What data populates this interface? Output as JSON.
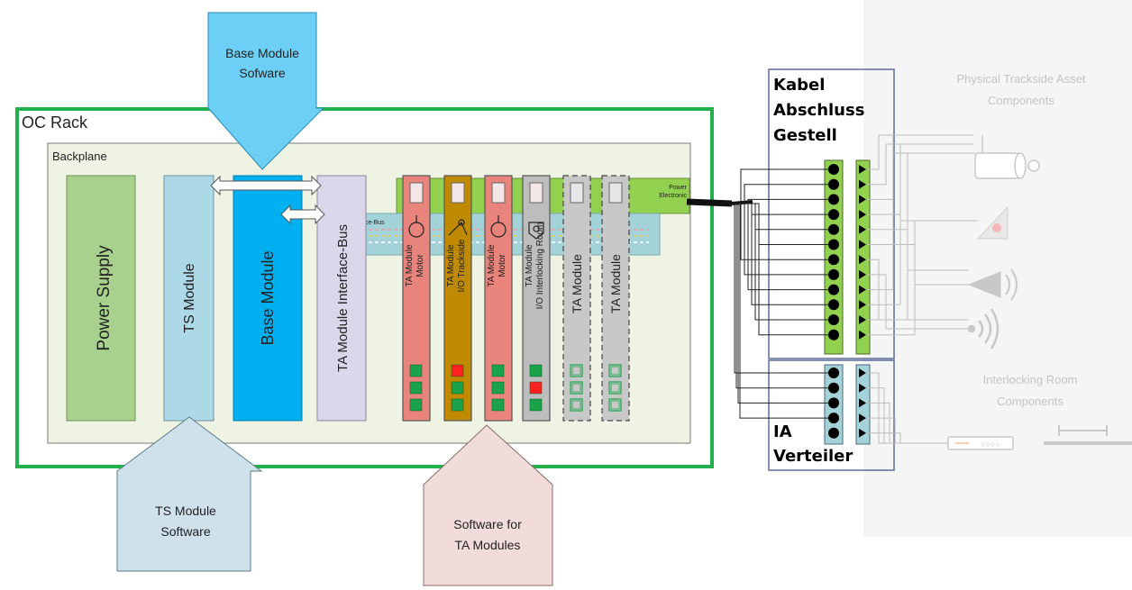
{
  "rack": {
    "title": "OC Rack",
    "backplane": "Backplane"
  },
  "modules": {
    "power_supply": "Power Supply",
    "ts_module": "TS Module",
    "base_module": "Base Module",
    "ta_interface_bus": "TA Module Interface-Bus",
    "interface_bus_label": "Interface-Bus",
    "power_electronic": "Power Electronic"
  },
  "ta_cards": [
    {
      "line1": "TA Module",
      "line2": "Motor",
      "color": "#e8847c",
      "leds": [
        "#1aa34a",
        "#1aa34a",
        "#1aa34a"
      ],
      "icon": "motor-icon"
    },
    {
      "line1": "TA Module",
      "line2": "I/O Trackside",
      "color": "#c08a00",
      "leds": [
        "#ff2020",
        "#1aa34a",
        "#1aa34a"
      ],
      "icon": "switch-icon"
    },
    {
      "line1": "TA Module",
      "line2": "Motor",
      "color": "#e8847c",
      "leds": [
        "#1aa34a",
        "#1aa34a",
        "#1aa34a"
      ],
      "icon": "motor-icon"
    },
    {
      "line1": "TA Module",
      "line2": "I/O Interlocking Room",
      "color": "#bdbdbd",
      "leds": [
        "#1aa34a",
        "#ff2020",
        "#1aa34a"
      ],
      "icon": "relay-icon"
    },
    {
      "line1": "TA Module",
      "line2": "",
      "color": "#c8c8c8",
      "leds": [
        "outline",
        "outline",
        "outline"
      ],
      "icon": ""
    },
    {
      "line1": "TA Module",
      "line2": "",
      "color": "#c8c8c8",
      "leds": [
        "outline",
        "outline",
        "outline"
      ],
      "icon": ""
    }
  ],
  "callouts": {
    "base_sw_line1": "Base Module",
    "base_sw_line2": "Sofware",
    "ts_sw_line1": "TS Module",
    "ts_sw_line2": "Software",
    "ta_sw_line1": "Software for",
    "ta_sw_line2": "TA Modules"
  },
  "kabel": {
    "line1": "Kabel",
    "line2": "Abschluss",
    "line3": "Gestell"
  },
  "ia": {
    "line1": "IA",
    "line2": "Verteiler"
  },
  "right_labels": {
    "physical_line1": "Physical Trackside Asset",
    "physical_line2": "Components",
    "interlocking_line1": "Interlocking Room",
    "interlocking_line2": "Components"
  },
  "colors": {
    "rack_border": "#22b14c",
    "backplane_fill": "#eef3e3",
    "power_supply": "#a9d18e",
    "ts_module": "#add8e6",
    "base_module": "#00b0f0",
    "ta_interface": "#dcd6ea",
    "callout_blue": "#6ecff6",
    "callout_ts": "#cfe2ec",
    "callout_ta": "#f2dcdb",
    "power_electronic": "#92d050",
    "bus_band": "#a3d3d8"
  }
}
